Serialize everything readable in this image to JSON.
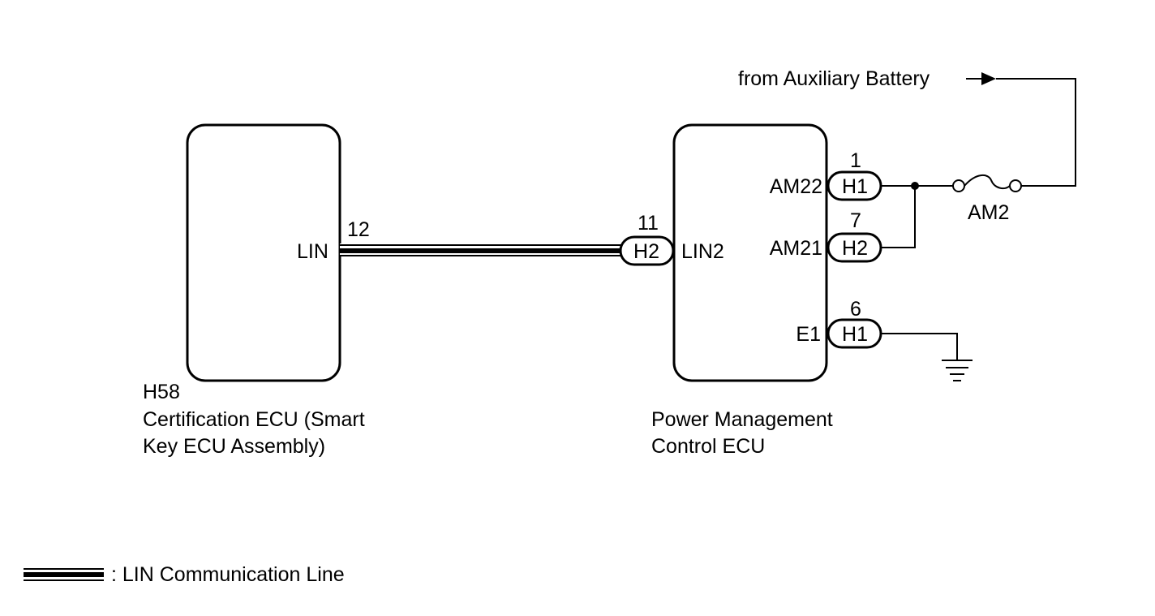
{
  "battery_label": "from Auxiliary Battery",
  "fuse_label": "AM2",
  "left_ecu": {
    "code": "H58",
    "name_line1": "Certification ECU (Smart",
    "name_line2": "Key ECU Assembly)",
    "pin_number": "12",
    "pin_name": "LIN"
  },
  "right_ecu": {
    "name_line1": "Power Management",
    "name_line2": "Control ECU",
    "lin": {
      "pin_number": "11",
      "connector": "H2",
      "pin_name": "LIN2"
    },
    "am22": {
      "pin_number": "1",
      "connector": "H1",
      "pin_name": "AM22"
    },
    "am21": {
      "pin_number": "7",
      "connector": "H2",
      "pin_name": "AM21"
    },
    "e1": {
      "pin_number": "6",
      "connector": "H1",
      "pin_name": "E1"
    }
  },
  "legend": {
    "label": ": LIN Communication Line"
  }
}
